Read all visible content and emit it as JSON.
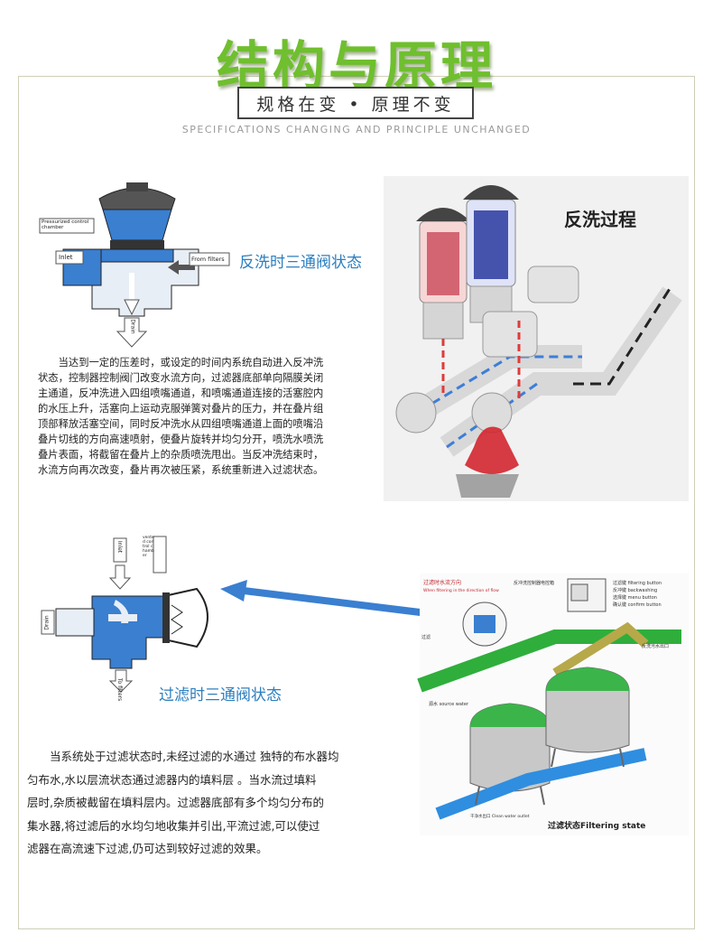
{
  "header": {
    "title": "结构与原理",
    "subtitle": "规格在变 • 原理不变",
    "english": "SPECIFICATIONS CHANGING AND PRINCIPLE UNCHANGED"
  },
  "backwash": {
    "state_label": "反洗时三通阀状态",
    "diagram_labels": {
      "pressurized": "Pressurized control chamber",
      "inlet": "Inlet",
      "from_filters": "From filters",
      "drain": "Drain"
    },
    "photo_title": "反洗过程",
    "lines": [
      "　　当达到一定的压差时，或设定的时间内系统自动进入反冲洗",
      "状态，控制器控制阀门改变水流方向，过滤器底部单向隔膜关闭",
      "主通道，反冲洗进入四组喷嘴通道，和喷嘴通道连接的活塞腔内",
      "的水压上升，活塞向上运动克服弹簧对叠片的压力，并在叠片组",
      "顶部释放活塞空间，同时反冲洗水从四组喷嘴通道上面的喷嘴沿",
      "叠片切线的方向高速喷射，使叠片旋转并均匀分开，喷洗水喷洗",
      "叠片表面，将截留在叠片上的杂质喷洗甩出。当反冲洗结束时，",
      "水流方向再次改变，叠片再次被压紧，系统重新进入过滤状态。"
    ]
  },
  "filtering": {
    "state_label": "过滤时三通阀状态",
    "diagram_labels": {
      "inlet": "Inlet",
      "vented": "vented control chamber",
      "drain": "Drain",
      "to_filters": "To filters"
    },
    "photo_labels": {
      "caption": "过滤状态Filtering state",
      "flow": "过滤时水流方向",
      "flow_en": "When filtering in the direction of flow",
      "controller": "反冲洗控制器电控箱",
      "btn1": "过滤键 filtering button",
      "btn2": "反冲键 backwashing",
      "btn3": "选择键 menu button",
      "btn4": "确认键 confirm button",
      "outlet": "反洗污水出口",
      "inflow": "过滤",
      "source": "源水 source water",
      "clean": "干净水出口 Clean water outlet"
    },
    "lines": [
      "　　当系统处于过滤状态时,未经过滤的水通过 独特的布水器均",
      "匀布水,水以层流状态通过滤器内的填料层 。当水流过填料",
      "层时,杂质被截留在填料层内。过滤器底部有多个均匀分布的",
      "集水器,将过滤后的水均匀地收集并引出,平流过滤,可以使过",
      "滤器在高流速下过滤,仍可达到较好过滤的效果。"
    ]
  },
  "colors": {
    "title_green": "#6fbf2e",
    "accent_blue": "#2c7fc0",
    "valve_blue": "#3a7fd0",
    "pipe_green": "#2fae3c"
  }
}
